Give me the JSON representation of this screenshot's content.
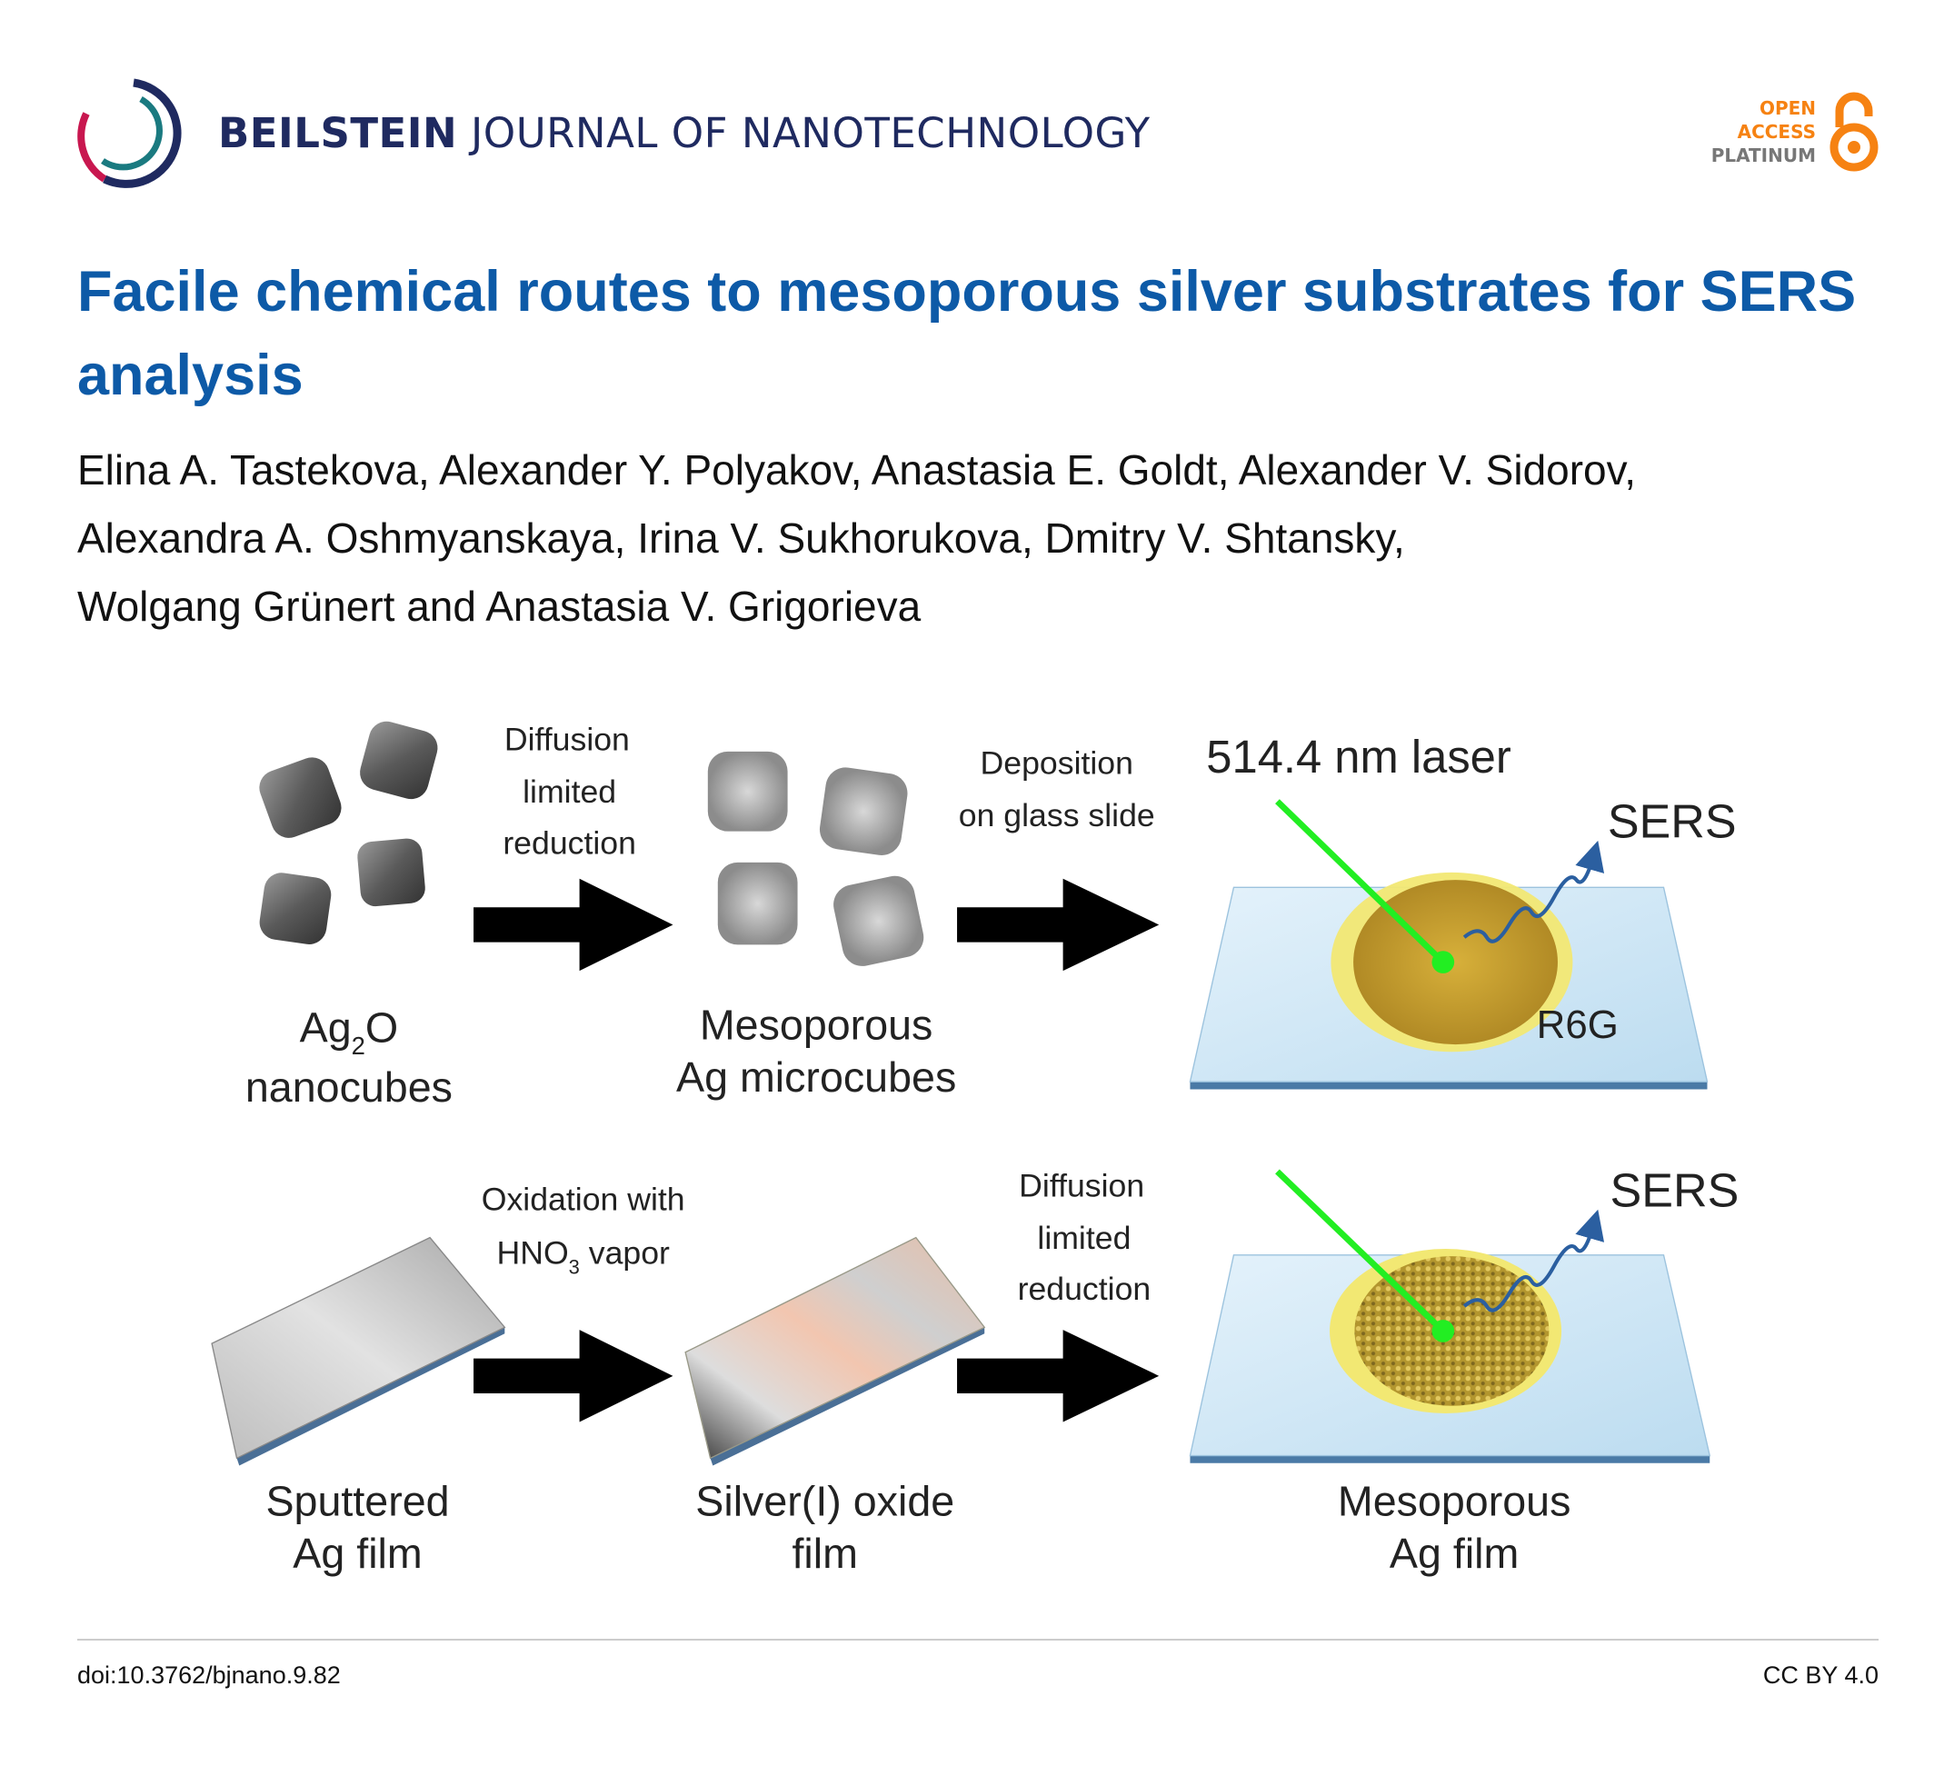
{
  "header": {
    "journal_bold": "BEILSTEIN",
    "journal_rest": " JOURNAL OF NANOTECHNOLOGY",
    "badge": {
      "line1": "OPEN",
      "line2": "ACCESS",
      "line3": "PLATINUM"
    }
  },
  "article": {
    "title": "Facile chemical routes to mesoporous silver substrates for SERS analysis",
    "author_lines": [
      "Elina A. Tastekova, Alexander Y. Polyakov, Anastasia E. Goldt, Alexander V. Sidorov,",
      "Alexandra A. Oshmyanskaya, Irina V. Sukhorukova, Dmitry V. Shtansky,",
      "Wolgang Grünert and Anastasia V. Grigorieva"
    ]
  },
  "figure": {
    "top": {
      "step1": [
        "Diffusion",
        "limited",
        "reduction"
      ],
      "step2": [
        "Deposition",
        "on glass slide"
      ],
      "laser": "514.4 nm laser",
      "sers": "SERS",
      "analyte": "R6G",
      "label1_main": "Ag",
      "label1_sub": "2",
      "label1_end": "O",
      "label1_line2": "nanocubes",
      "label2": [
        "Mesoporous",
        "Ag microcubes"
      ]
    },
    "bottom": {
      "step1_line1": "Oxidation with",
      "step1_line2_main": "HNO",
      "step1_line2_sub": "3",
      "step1_line2_end": " vapor",
      "step2": [
        "Diffusion",
        "limited",
        "reduction"
      ],
      "sers": "SERS",
      "label1": [
        "Sputtered",
        "Ag film"
      ],
      "label2": [
        "Silver(I) oxide",
        "film"
      ],
      "label3": [
        "Mesoporous",
        "Ag film"
      ]
    }
  },
  "footer": {
    "doi": "doi:10.3762/bjnano.9.82",
    "license": "CC BY 4.0"
  },
  "colors": {
    "title": "#0d5aa7",
    "journal": "#1f2a60",
    "oa_orange": "#f68212",
    "laser": "#22ee22"
  }
}
